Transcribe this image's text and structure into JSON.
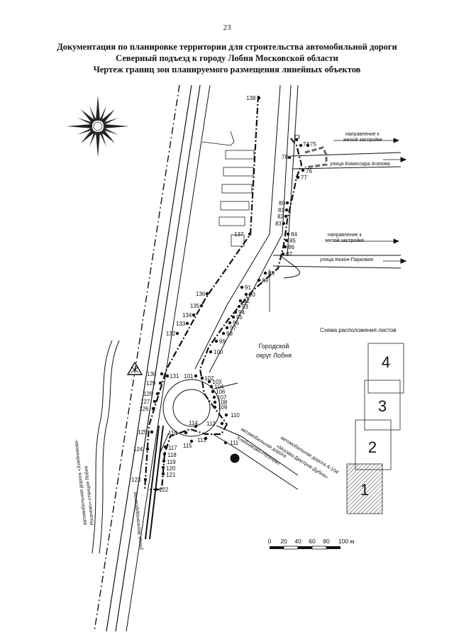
{
  "page_number": "23",
  "title_lines": [
    "Документация по планировке территории для строительства автомобильной дороги",
    "Северный подъезд к городу Лобня Московской области",
    "Чертеж границ зон планируемого размещения линейных объектов"
  ],
  "labels": {
    "direction_top": [
      "направление к",
      "жилой застройке"
    ],
    "street_agapova": "улица Комиссара Агапова",
    "direction_mid": [
      "направление к",
      "жилой застройке"
    ],
    "street_kyukon": "улица Кюкон-Парковая",
    "sheet_scheme": "Схема  расположения  листов",
    "city_district": [
      "Городской",
      "округ Лобня"
    ],
    "road_a104": [
      "автомобильная дорога А-104",
      "«Москва-Дмитров-Дубна»"
    ],
    "road_khlebnikovo": [
      "автомобильная дорога",
      "Хлебниково-Рогачево"
    ],
    "road_left": [
      "автомобильная дорога «Хлебниково-",
      "Рогачево»-станция Лобня"
    ],
    "rail_street": "улица Железнодорожная",
    "marker_a": "A"
  },
  "sheets": [
    "4",
    "3",
    "2",
    "1"
  ],
  "scale_bar": {
    "ticks": [
      "0",
      "20",
      "40",
      "60",
      "80",
      "100 м"
    ]
  },
  "points": [
    {
      "n": "73"
    },
    {
      "n": "74"
    },
    {
      "n": "75"
    },
    {
      "n": "76"
    },
    {
      "n": "77"
    },
    {
      "n": "78"
    },
    {
      "n": "80"
    },
    {
      "n": "81"
    },
    {
      "n": "82"
    },
    {
      "n": "83"
    },
    {
      "n": "84"
    },
    {
      "n": "85"
    },
    {
      "n": "86"
    },
    {
      "n": "87"
    },
    {
      "n": "88"
    },
    {
      "n": "89"
    },
    {
      "n": "90"
    },
    {
      "n": "91"
    },
    {
      "n": "92"
    },
    {
      "n": "93"
    },
    {
      "n": "94"
    },
    {
      "n": "95"
    },
    {
      "n": "96"
    },
    {
      "n": "97"
    },
    {
      "n": "98"
    },
    {
      "n": "99"
    },
    {
      "n": "100"
    },
    {
      "n": "101"
    },
    {
      "n": "102"
    },
    {
      "n": "103"
    },
    {
      "n": "104"
    },
    {
      "n": "106"
    },
    {
      "n": "107"
    },
    {
      "n": "108"
    },
    {
      "n": "109"
    },
    {
      "n": "110"
    },
    {
      "n": "111"
    },
    {
      "n": "112"
    },
    {
      "n": "113"
    },
    {
      "n": "114"
    },
    {
      "n": "115"
    },
    {
      "n": "116"
    },
    {
      "n": "117"
    },
    {
      "n": "118"
    },
    {
      "n": "119"
    },
    {
      "n": "120"
    },
    {
      "n": "121"
    },
    {
      "n": "122"
    },
    {
      "n": "123"
    },
    {
      "n": "124"
    },
    {
      "n": "125"
    },
    {
      "n": "126"
    },
    {
      "n": "127"
    },
    {
      "n": "128"
    },
    {
      "n": "129"
    },
    {
      "n": "130"
    },
    {
      "n": "131"
    },
    {
      "n": "132"
    },
    {
      "n": "133"
    },
    {
      "n": "134"
    },
    {
      "n": "135"
    },
    {
      "n": "136"
    },
    {
      "n": "137"
    },
    {
      "n": "138"
    }
  ]
}
